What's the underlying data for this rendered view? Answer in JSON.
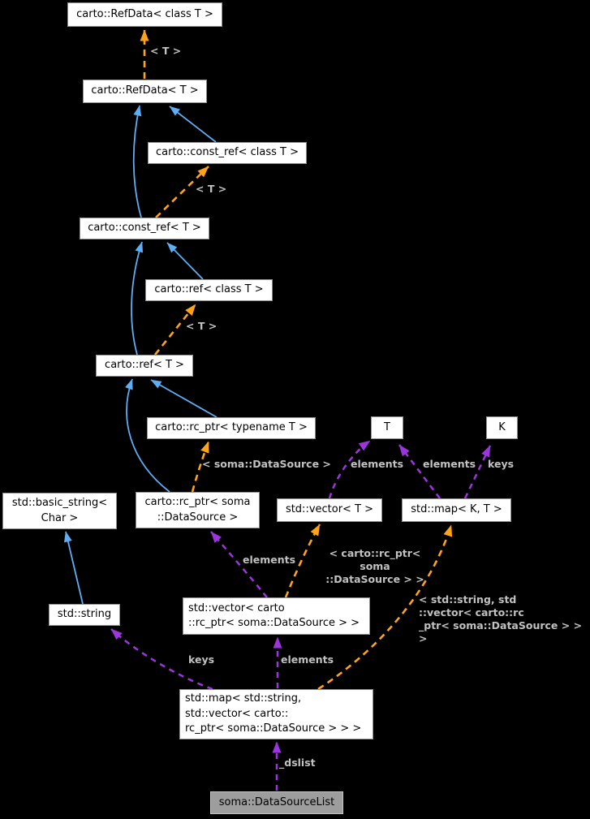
{
  "diagram": {
    "type": "doxygen-collaboration-diagram",
    "highlighted_node": "soma::DataSourceList",
    "colors": {
      "background": "#000000",
      "inheritance_arrow": "#5fadf2",
      "template_arrow": "#ffa318",
      "usage_arrow": "#9c35dd",
      "edge_label_text": "#c1c1c1",
      "node_background": "#ffffff",
      "node_border": "#8f8f8f",
      "node_text": "#000000",
      "highlight_background": "#9d9d9d",
      "highlight_border": "#c3c3c3"
    },
    "nodes": {
      "refdata_class_t": {
        "label": "carto::RefData< class T >"
      },
      "refdata_t": {
        "label": "carto::RefData< T >"
      },
      "const_ref_class_t": {
        "label": "carto::const_ref< class T >"
      },
      "const_ref_t": {
        "label": "carto::const_ref< T >"
      },
      "ref_class_t": {
        "label": "carto::ref< class T >"
      },
      "ref_t": {
        "label": "carto::ref< T >"
      },
      "rc_ptr_typename_t": {
        "label": "carto::rc_ptr< typename T >"
      },
      "t": {
        "label": "T"
      },
      "k": {
        "label": "K"
      },
      "basic_string": {
        "label": "std::basic_string<\nChar >"
      },
      "rc_ptr_datasource": {
        "label": "carto::rc_ptr< soma\n::DataSource >"
      },
      "vector_t": {
        "label": "std::vector< T >"
      },
      "map_k_t": {
        "label": "std::map< K, T >"
      },
      "string": {
        "label": "std::string"
      },
      "vector_rcptr_datasource": {
        "label": "std::vector< carto\n::rc_ptr< soma::DataSource > >"
      },
      "map_string_vector": {
        "label": "std::map< std::string,\nstd::vector< carto::\nrc_ptr< soma::DataSource > > >"
      },
      "datasourcelist": {
        "label": "soma::DataSourceList",
        "highlighted": true
      }
    },
    "edge_labels": {
      "template_t_1": "< T >",
      "template_t_2": "< T >",
      "template_t_3": "< T >",
      "template_soma_datasource": "< soma::DataSource >",
      "vector_elements": "elements",
      "map_elements": "elements",
      "map_keys": "keys",
      "vector_rcptr_elements": "elements",
      "template_vector": "< carto::rc_ptr< soma\n::DataSource > >",
      "map_big_keys": "keys",
      "map_big_elements": "elements",
      "template_map": "< std::string, std\n::vector< carto::rc\n_ptr< soma::DataSource > > >",
      "dslist": "_dslist"
    },
    "edges": [
      {
        "from": "refdata_t",
        "to": "refdata_class_t",
        "type": "template-instantiation",
        "label": "< T >"
      },
      {
        "from": "const_ref_t",
        "to": "refdata_t",
        "type": "inheritance"
      },
      {
        "from": "const_ref_class_t",
        "to": "refdata_t",
        "type": "inheritance"
      },
      {
        "from": "const_ref_t",
        "to": "const_ref_class_t",
        "type": "template-instantiation",
        "label": "< T >"
      },
      {
        "from": "ref_t",
        "to": "const_ref_t",
        "type": "inheritance"
      },
      {
        "from": "ref_class_t",
        "to": "const_ref_t",
        "type": "inheritance"
      },
      {
        "from": "ref_t",
        "to": "ref_class_t",
        "type": "template-instantiation",
        "label": "< T >"
      },
      {
        "from": "rc_ptr_datasource",
        "to": "ref_t",
        "type": "inheritance"
      },
      {
        "from": "rc_ptr_typename_t",
        "to": "ref_t",
        "type": "inheritance"
      },
      {
        "from": "rc_ptr_datasource",
        "to": "rc_ptr_typename_t",
        "type": "template-instantiation",
        "label": "< soma::DataSource >"
      },
      {
        "from": "vector_t",
        "to": "t",
        "type": "usage",
        "label": "elements"
      },
      {
        "from": "map_k_t",
        "to": "t",
        "type": "usage",
        "label": "elements"
      },
      {
        "from": "map_k_t",
        "to": "k",
        "type": "usage",
        "label": "keys"
      },
      {
        "from": "string",
        "to": "basic_string",
        "type": "inheritance"
      },
      {
        "from": "vector_rcptr_datasource",
        "to": "rc_ptr_datasource",
        "type": "usage",
        "label": "elements"
      },
      {
        "from": "vector_rcptr_datasource",
        "to": "vector_t",
        "type": "template-instantiation",
        "label": "< carto::rc_ptr< soma ::DataSource > >"
      },
      {
        "from": "map_string_vector",
        "to": "string",
        "type": "usage",
        "label": "keys"
      },
      {
        "from": "map_string_vector",
        "to": "vector_rcptr_datasource",
        "type": "usage",
        "label": "elements"
      },
      {
        "from": "map_string_vector",
        "to": "map_k_t",
        "type": "template-instantiation",
        "label": "< std::string, std ::vector< carto::rc _ptr< soma::DataSource > > >"
      },
      {
        "from": "datasourcelist",
        "to": "map_string_vector",
        "type": "usage",
        "label": "_dslist"
      }
    ]
  }
}
